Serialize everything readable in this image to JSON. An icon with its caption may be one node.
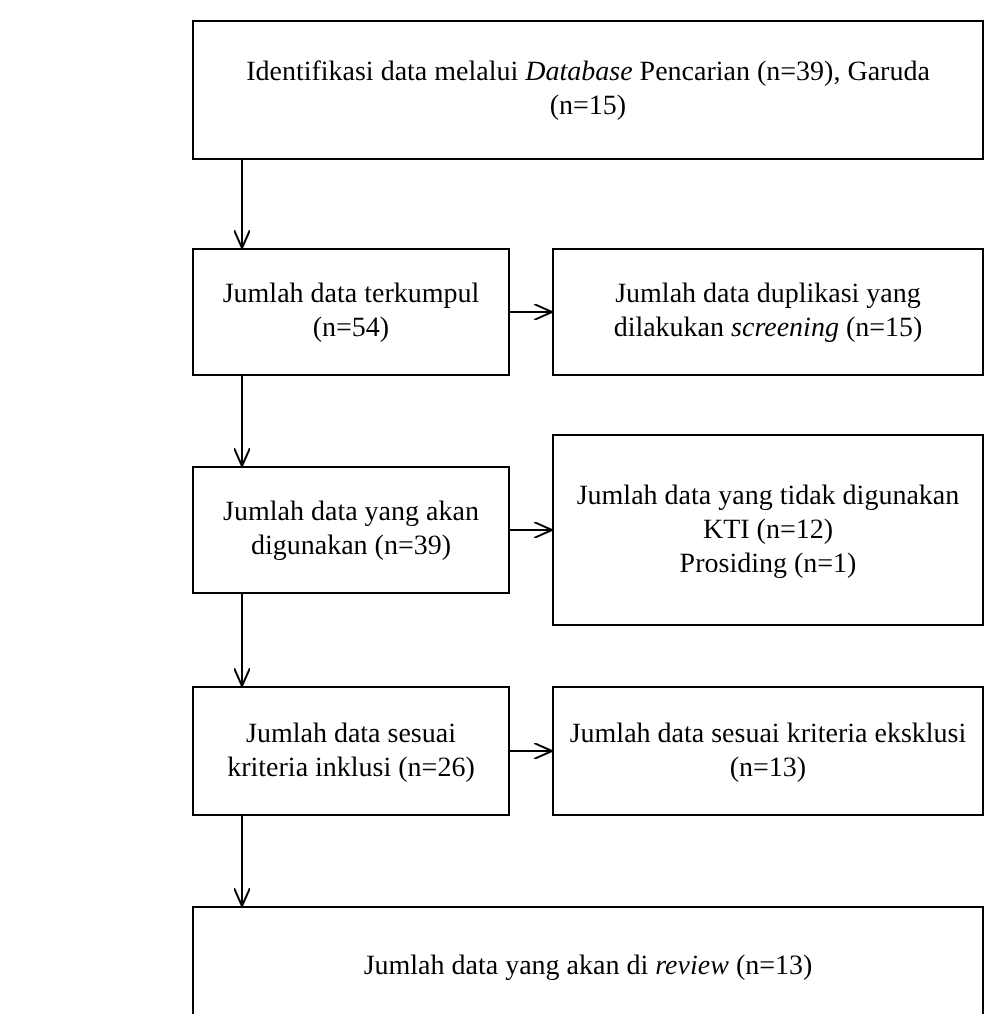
{
  "diagram": {
    "nodes": [
      {
        "text": [
          "Identifikasi data melalui *Database* Pencarian (n=39), Garuda (n=15)"
        ]
      },
      {
        "text": [
          "Jumlah data terkumpul (n=54)"
        ]
      },
      {
        "text": [
          "Jumlah data duplikasi yang dilakukan *screening* (n=15)"
        ]
      },
      {
        "text": [
          "Jumlah data yang akan digunakan (n=39)"
        ]
      },
      {
        "text": [
          "Jumlah data yang tidak digunakan",
          "KTI (n=12)",
          "Prosiding (n=1)"
        ]
      },
      {
        "text": [
          "Jumlah data sesuai kriteria inklusi (n=26)"
        ]
      },
      {
        "text": [
          "Jumlah data sesuai kriteria eksklusi (n=13)"
        ]
      },
      {
        "text": [
          "Jumlah data yang akan di *review* (n=13)"
        ]
      }
    ],
    "edges": [
      {
        "from": 0,
        "to": 1,
        "arrow": "to"
      },
      {
        "from": 1,
        "to": 2,
        "arrow": "to"
      },
      {
        "from": 1,
        "to": 3,
        "arrow": "to"
      },
      {
        "from": 3,
        "to": 4,
        "arrow": "to"
      },
      {
        "from": 3,
        "to": 5,
        "arrow": "to"
      },
      {
        "from": 5,
        "to": 6,
        "arrow": "to"
      },
      {
        "from": 5,
        "to": 7,
        "arrow": "to"
      }
    ]
  }
}
